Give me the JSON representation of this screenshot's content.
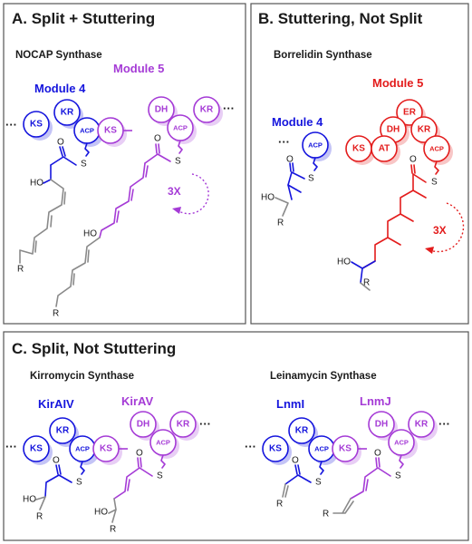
{
  "panel_a": {
    "title": "A. Split + Stuttering",
    "subtitle": "NOCAP Synthase",
    "module4_label": "Module 4",
    "module5_label": "Module 5",
    "repeat_label": "3X",
    "dots": "···"
  },
  "panel_b": {
    "title": "B. Stuttering, Not Split",
    "subtitle": "Borrelidin Synthase",
    "module4_label": "Module 4",
    "module5_label": "Module 5",
    "repeat_label": "3X",
    "dots": "···"
  },
  "panel_c": {
    "title": "C. Split, Not Stuttering",
    "left_subtitle": "Kirromycin Synthase",
    "right_subtitle": "Leinamycin Synthase",
    "kir_a_label": "KirAIV",
    "kir_b_label": "KirAV",
    "lnm_a_label": "LnmI",
    "lnm_b_label": "LnmJ",
    "dots": "···"
  },
  "domains": {
    "ks": "KS",
    "kr": "KR",
    "acp": "ACP",
    "dh": "DH",
    "at": "AT",
    "er": "ER"
  },
  "atoms": {
    "o": "O",
    "s": "S",
    "ho": "HO",
    "r": "R"
  },
  "colors": {
    "module4_blue": "#1515dd",
    "module5_purple": "#a53bd6",
    "borrelidin_red": "#e31c1c",
    "scaffold_gray": "#8a8a8a",
    "panel_border": "#555555"
  }
}
